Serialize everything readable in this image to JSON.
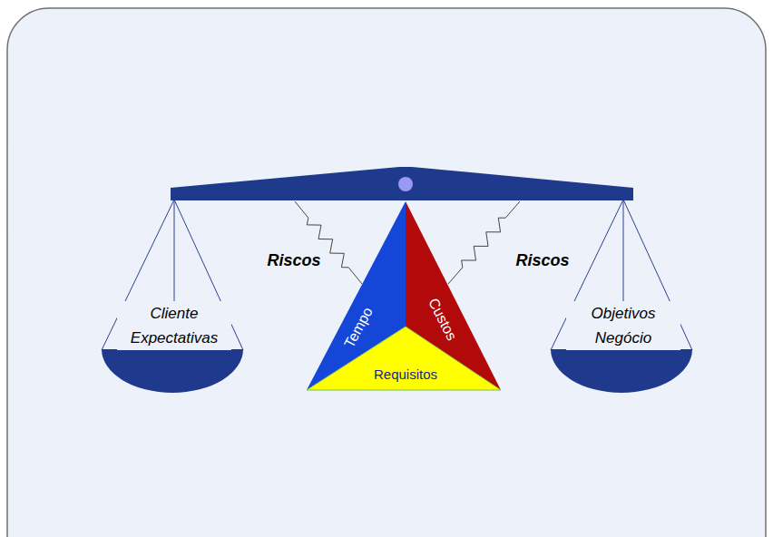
{
  "diagram": {
    "nodes": [
      {
        "text": [
          "Cliente Expectativas"
        ]
      },
      {
        "text": [
          "Tempo"
        ]
      },
      {
        "text": [
          "Custos"
        ]
      },
      {
        "text": [
          "Requisitos"
        ]
      },
      {
        "text": [
          "Objetivos Negócio"
        ]
      }
    ],
    "labels": [
      "Riscos",
      "Riscos"
    ]
  }
}
